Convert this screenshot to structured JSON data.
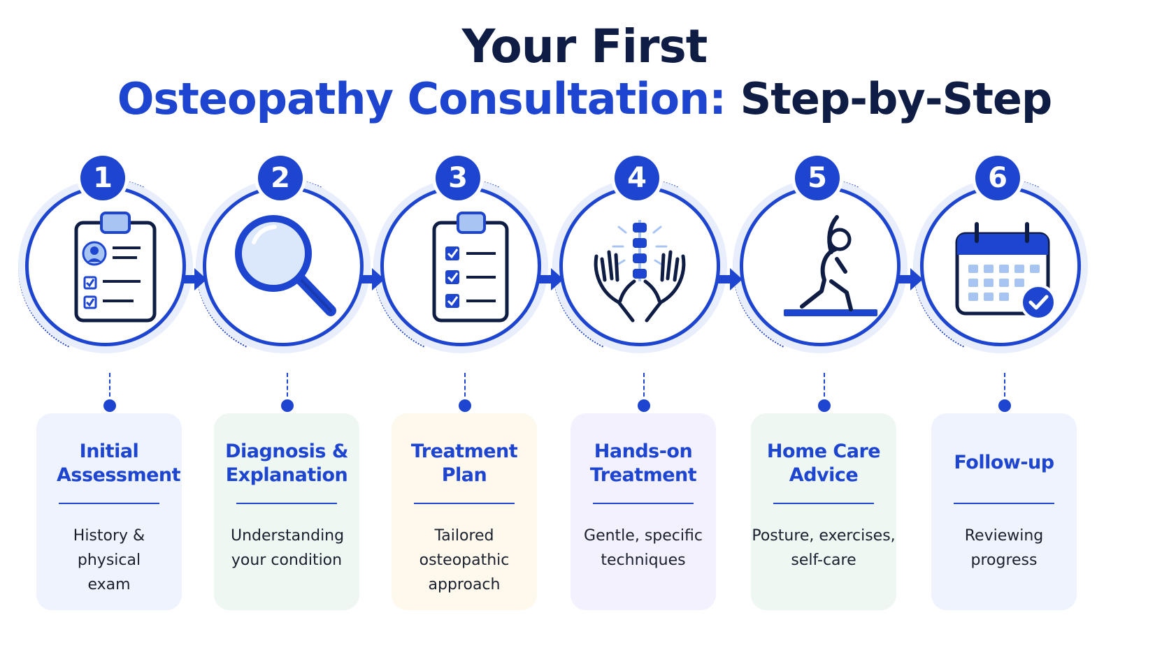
{
  "title": {
    "line1": "Your First",
    "line2_accent": "Osteopathy Consultation:",
    "line2_rest": " Step-by-Step"
  },
  "colors": {
    "primary": "#1d45d0",
    "title_dark": "#0f1d45",
    "light_icon": "#a8c4f2"
  },
  "steps": [
    {
      "number": "1",
      "icon": "clipboard-checklist-icon",
      "title": "Initial Assessment",
      "description": "History & physical exam",
      "card_color": "#eef3fd"
    },
    {
      "number": "2",
      "icon": "magnifying-glass-icon",
      "title": "Diagnosis & Explanation",
      "description": "Understanding your condition",
      "card_color": "#eef7f1"
    },
    {
      "number": "3",
      "icon": "checklist-icon",
      "title": "Treatment Plan",
      "description": "Tailored osteopathic approach",
      "card_color": "#fef9ec"
    },
    {
      "number": "4",
      "icon": "hands-spine-icon",
      "title": "Hands-on Treatment",
      "description": "Gentle, specific techniques",
      "card_color": "#f3f1fd"
    },
    {
      "number": "5",
      "icon": "stretching-person-icon",
      "title": "Home Care Advice",
      "description": "Posture, exercises, self-care",
      "card_color": "#eef7f1"
    },
    {
      "number": "6",
      "icon": "calendar-check-icon",
      "title": "Follow-up",
      "description": "Reviewing progress",
      "card_color": "#eef3fd"
    }
  ]
}
